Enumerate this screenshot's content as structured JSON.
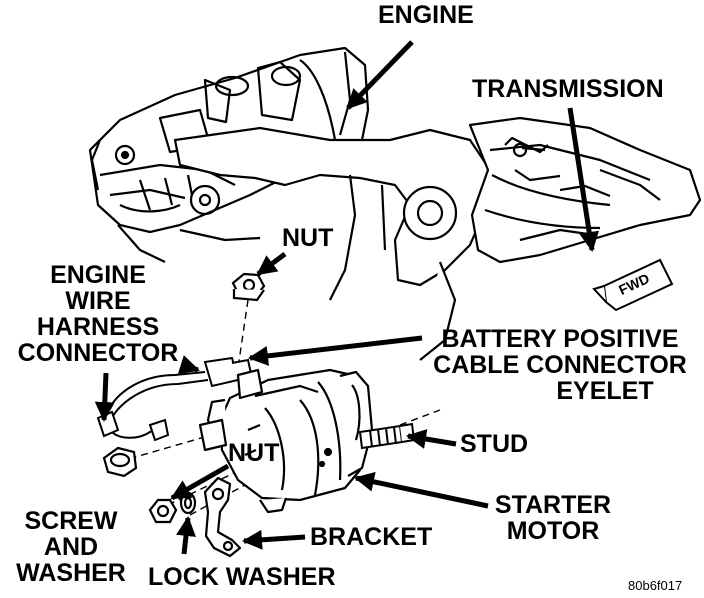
{
  "labels": {
    "engine": "ENGINE",
    "transmission": "TRANSMISSION",
    "nut_top": "NUT",
    "engine_wire_harness_connector": [
      "ENGINE",
      "WIRE",
      "HARNESS",
      "CONNECTOR"
    ],
    "battery_positive_cable_connector_eyelet": [
      "BATTERY POSITIVE",
      "CABLE CONNECTOR",
      "EYELET"
    ],
    "stud": "STUD",
    "nut_bottom": "NUT",
    "starter_motor": [
      "STARTER",
      "MOTOR"
    ],
    "screw_and_washer": [
      "SCREW",
      "AND",
      "WASHER"
    ],
    "bracket": "BRACKET",
    "lock_washer": "LOCK WASHER",
    "fwd_marker": "FWD",
    "figure_code": "80b6f017"
  }
}
